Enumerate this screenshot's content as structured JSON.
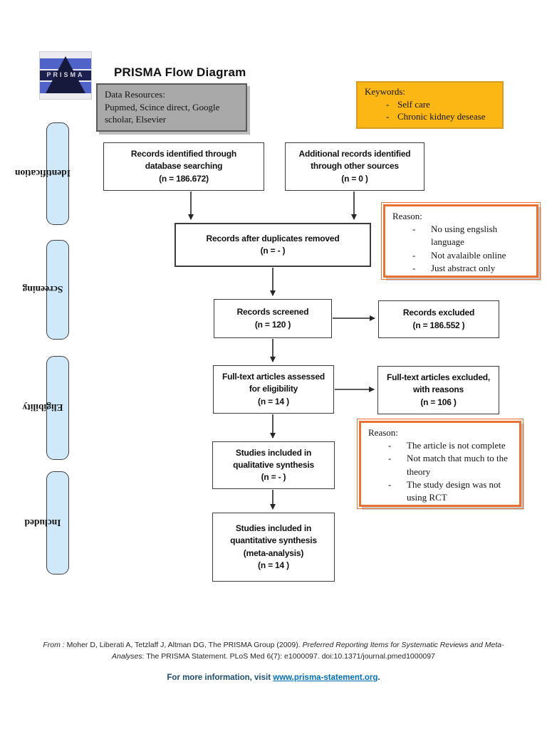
{
  "logo": {
    "text": "PRISMA"
  },
  "title": "PRISMA Flow Diagram",
  "data_resources": {
    "text": "Data Resources:\nPupmed, Scince direct, Google\nscholar, Elsevier"
  },
  "keywords": {
    "title": "Keywords:",
    "bullet_marker": "-",
    "items": [
      "Self care",
      "Chronic kidney desease"
    ]
  },
  "sidebar": {
    "labels": [
      "Identification",
      "Screening",
      "Eligibility",
      "Included"
    ]
  },
  "flow": {
    "records_db": "Records identified through\ndatabase searching\n(n = 186.672)",
    "records_other": "Additional records identified\nthrough other sources\n(n = 0 )",
    "dedup": "Records after duplicates removed\n(n = - )",
    "screened": "Records screened\n(n = 120 )",
    "excluded": "Records excluded\n(n = 186.552 )",
    "fulltext_assessed": "Full-text articles assessed\nfor eligibility\n(n = 14 )",
    "fulltext_excluded": "Full-text articles excluded,\nwith reasons\n(n = 106 )",
    "qualitative": "Studies included in\nqualitative synthesis\n(n = - )",
    "quantitative": "Studies included in\nquantitative synthesis\n(meta-analysis)\n(n = 14 )"
  },
  "reason_screening": {
    "title": "Reason:",
    "bullet_marker": "-",
    "items": [
      "No using engslish language",
      "Not avalaible online",
      "Just abstract only"
    ]
  },
  "reason_eligibility": {
    "title": "Reason:",
    "bullet_marker": "-",
    "items": [
      "The article is not complete",
      "Not match that much to the theory",
      "The study design was not using RCT"
    ]
  },
  "citation": {
    "from_label": "From :",
    "seg1": " Moher D, Liberati A, Tetzlaff J, Altman DG, The PRISMA Group (2009). ",
    "seg2": "Preferred Reporting Items for Systematic Reviews and Meta-Analyses",
    "seg3": ": The PRISMA Statement. PLoS Med 6(7): e1000097. doi:10.1371/journal.pmed1000097"
  },
  "info": {
    "prefix": "For more information, visit ",
    "link": "www.prisma-statement.org",
    "suffix": "."
  },
  "colors": {
    "keywords_fill": "#fcb714",
    "gray_fill": "#a9a9a9",
    "reason_border": "#e97132",
    "pill_fill": "#cfe9fa",
    "link_blue": "#0070c0",
    "info_blue": "#1f4e79"
  }
}
